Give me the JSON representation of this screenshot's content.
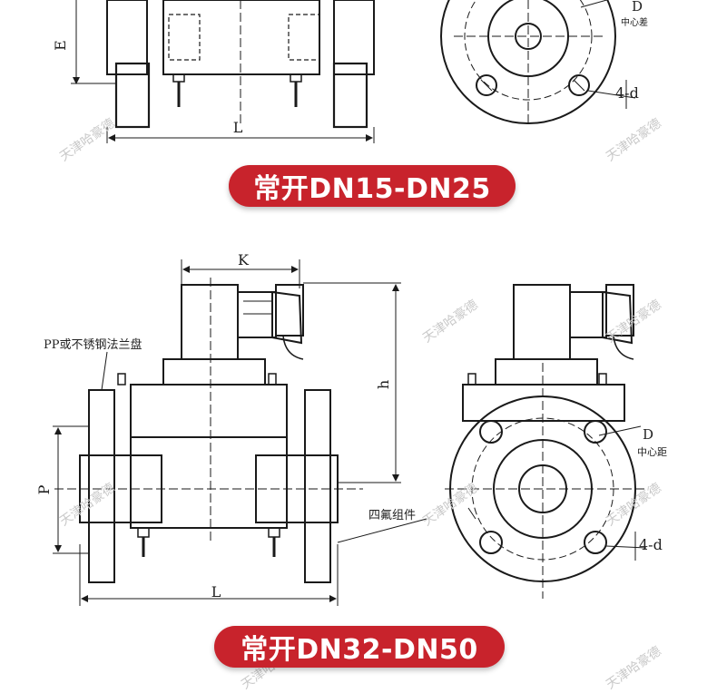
{
  "colors": {
    "pill_bg": "#c8232c",
    "pill_text": "#ffffff",
    "line": "#1a1a1a",
    "watermark": "#c9c9c9"
  },
  "labels": {
    "top_E": "E",
    "top_L": "L",
    "top_D": "D",
    "top_center": "中心差",
    "top_holes": "4-d",
    "bottom_K": "K",
    "bottom_h": "h",
    "bottom_P": "P",
    "bottom_L": "L",
    "bottom_flange_note": "PP或不锈钢法兰盘",
    "bottom_ptfe_note": "四氟组件",
    "bottom_D": "D",
    "bottom_center": "中心距",
    "bottom_holes": "4-d"
  },
  "captions": {
    "top": "常开DN15-DN25",
    "bottom": "常开DN32-DN50"
  },
  "watermark": "天津哈豪德"
}
